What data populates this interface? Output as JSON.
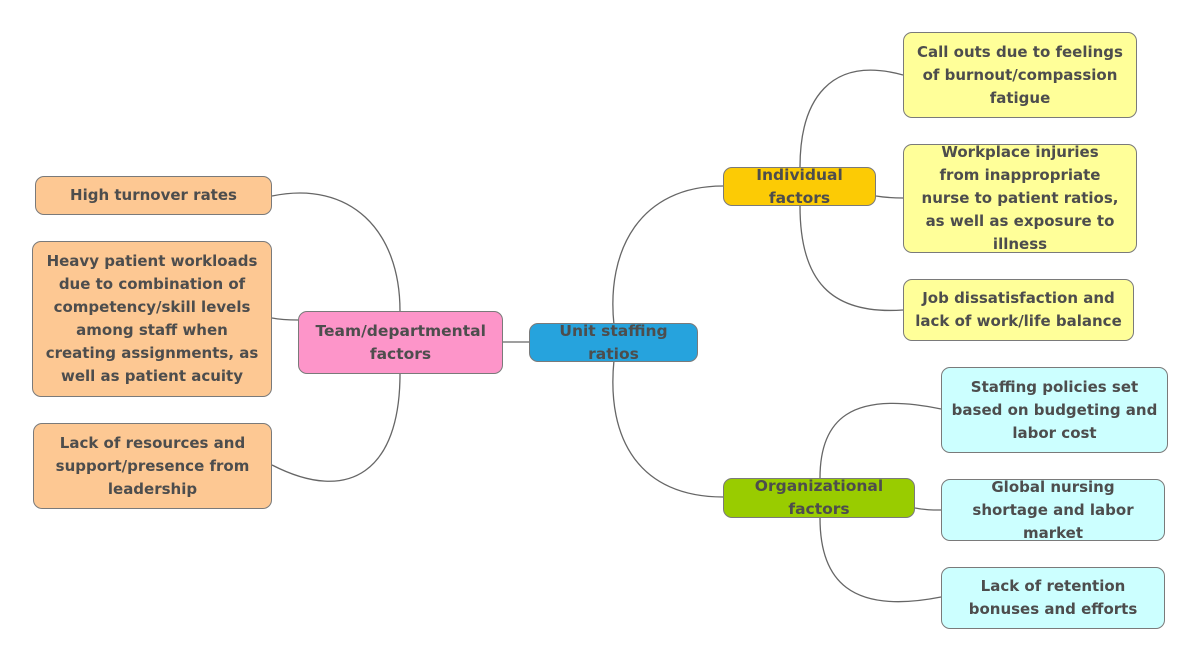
{
  "colors": {
    "root": "#26a3dd",
    "team": "#fd95c9",
    "individual": "#fccb05",
    "organizational": "#99cc00",
    "team_leaf": "#fdc893",
    "individual_leaf": "#ffff99",
    "organizational_leaf": "#ccffff",
    "connector": "#666666"
  },
  "root": {
    "label": "Unit staffing ratios"
  },
  "team": {
    "label": "Team/departmental factors",
    "children": [
      "High turnover rates",
      "Heavy patient workloads due to combination of competency/skill levels among staff when creating assignments, as well as patient acuity",
      "Lack of resources and support/presence from leadership"
    ]
  },
  "individual": {
    "label": "Individual factors",
    "children": [
      "Call outs due to feelings of burnout/compassion fatigue",
      "Workplace injuries from inappropriate nurse to patient ratios, as well as exposure to illness",
      "Job dissatisfaction and lack of work/life balance"
    ]
  },
  "organizational": {
    "label": "Organizational factors",
    "children": [
      "Staffing policies set based on budgeting and labor cost",
      "Global nursing shortage and labor market",
      "Lack of retention bonuses and efforts"
    ]
  }
}
